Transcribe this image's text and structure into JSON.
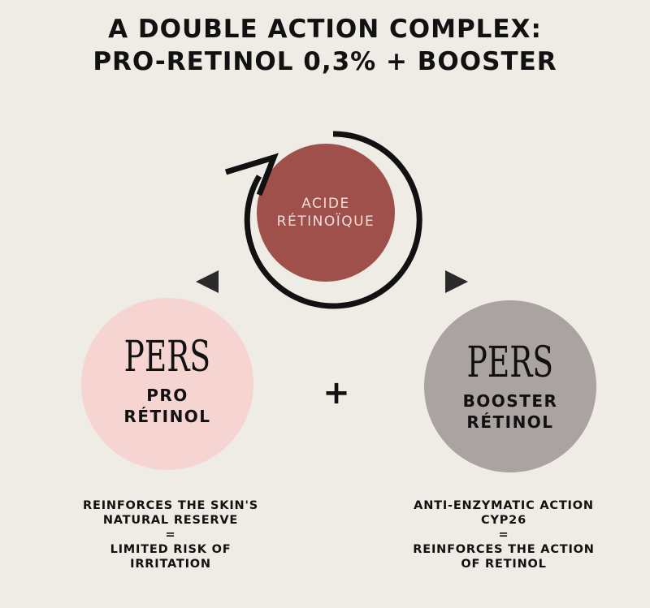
{
  "title": {
    "line1": "A DOUBLE ACTION COMPLEX:",
    "line2": "PRO-RETINOL 0,3% + BOOSTER"
  },
  "center_circle": {
    "line1": "ACIDE",
    "line2": "RÉTINOÏQUE",
    "color": "#a0504a"
  },
  "left_circle": {
    "brand": "PERS",
    "line1": "PRO",
    "line2": "RÉTINOL",
    "color": "#f5d4d2"
  },
  "right_circle": {
    "brand": "PERS",
    "line1": "BOOSTER",
    "line2": "RÉTINOL",
    "color": "#aba2a2"
  },
  "plus_sign": "+",
  "left_description": {
    "line1": "REINFORCES THE SKIN'S",
    "line2": "NATURAL RESERVE",
    "line3": "=",
    "line4": "LIMITED RISK OF",
    "line5": "IRRITATION"
  },
  "right_description": {
    "line1": "ANTI-ENZYMATIC ACTION",
    "line2": "CYP26",
    "line3": "=",
    "line4": "REINFORCES THE ACTION",
    "line5": "OF RETINOL"
  },
  "icons": [
    "cycle-arrow-icon",
    "triangle-left-icon",
    "triangle-right-icon"
  ]
}
